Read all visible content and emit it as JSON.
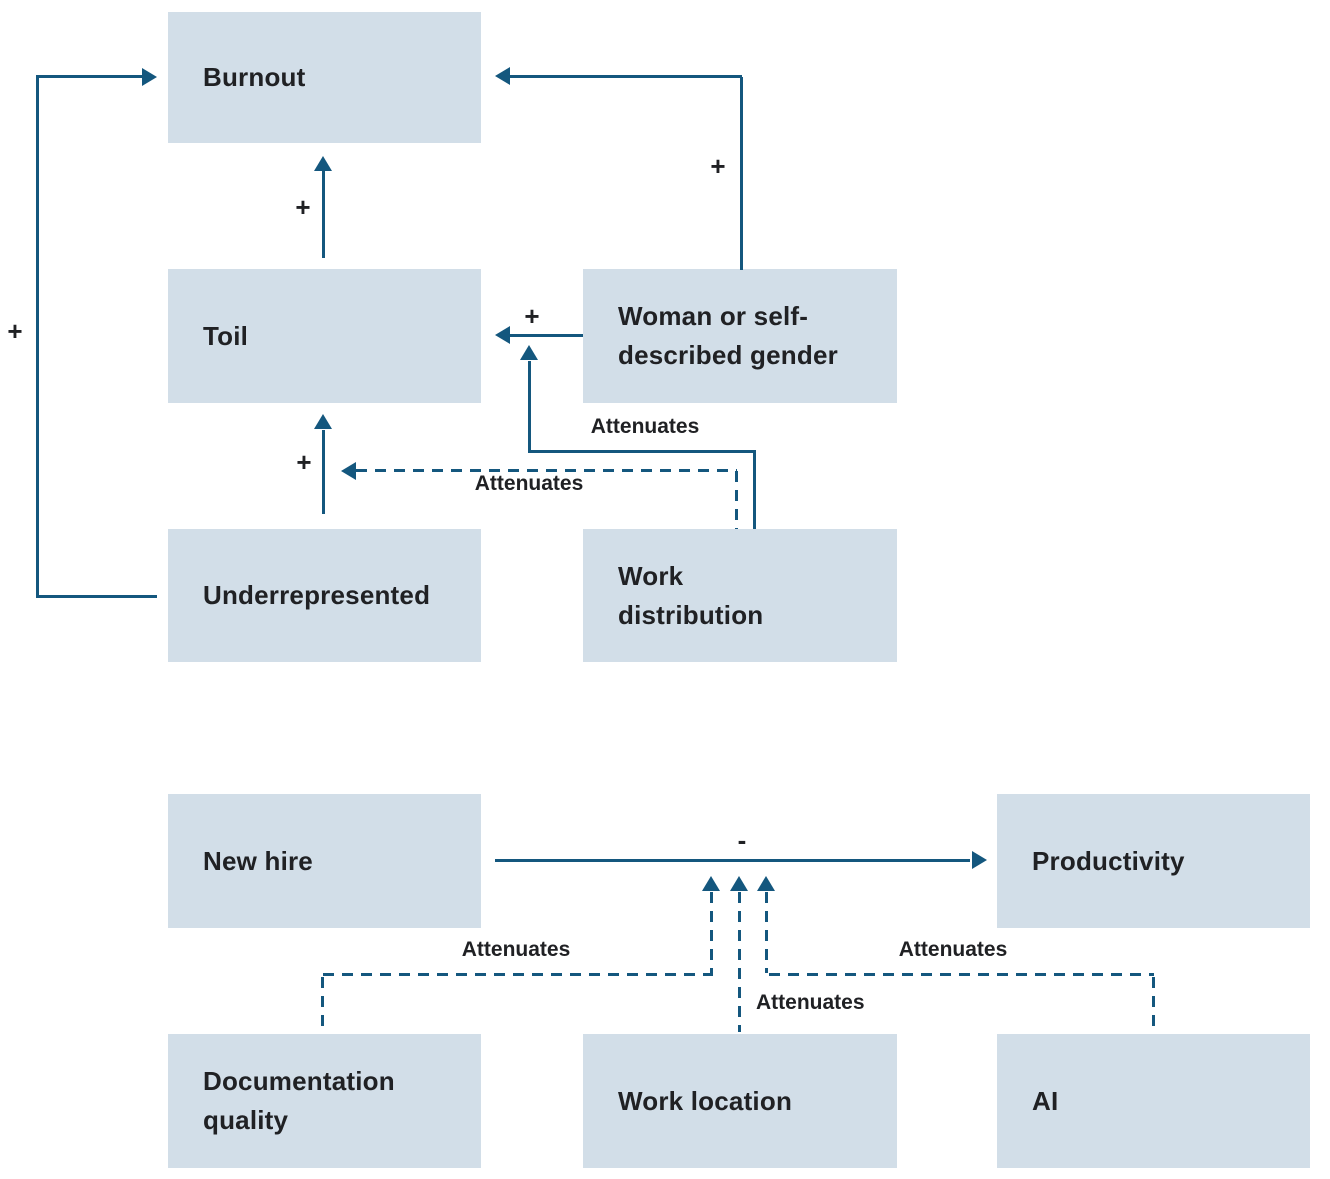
{
  "diagram": {
    "nodes": {
      "burnout": {
        "label": "Burnout"
      },
      "toil": {
        "label": "Toil"
      },
      "woman_gender": {
        "label": "Woman or self-described gender"
      },
      "underrepresented": {
        "label": "Underrepresented"
      },
      "work_distribution": {
        "label": "Work distribution"
      },
      "new_hire": {
        "label": "New hire"
      },
      "productivity": {
        "label": "Productivity"
      },
      "documentation_quality": {
        "label": "Documentation quality"
      },
      "work_location": {
        "label": "Work location"
      },
      "ai": {
        "label": "AI"
      }
    },
    "edge_labels": {
      "underrepresented_to_burnout": "+",
      "toil_to_burnout": "+",
      "woman_to_burnout": "+",
      "woman_to_toil": "+",
      "underrepresented_to_toil": "+",
      "new_hire_to_productivity": "-",
      "workdist_attenuates_woman_toil": "Attenuates",
      "workdist_attenuates_underrep_toil": "Attenuates",
      "doc_attenuates_newhire_productivity": "Attenuates",
      "worklocation_attenuates_newhire_productivity": "Attenuates",
      "ai_attenuates_newhire_productivity": "Attenuates"
    }
  },
  "colors": {
    "node_fill": "#d2dee8",
    "line": "#14577e",
    "text": "#202124",
    "bg": "#ffffff"
  }
}
